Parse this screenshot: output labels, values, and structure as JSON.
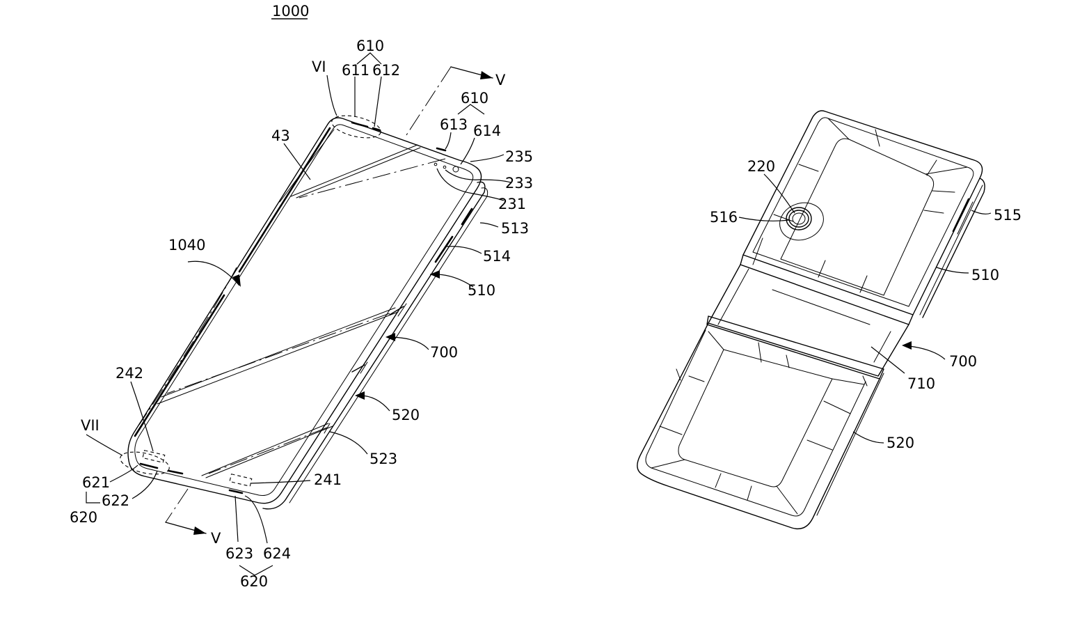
{
  "figure": {
    "title": "1000",
    "front_view": {
      "labels": [
        "610",
        "611",
        "612",
        "VI",
        "V",
        "610",
        "613",
        "614",
        "235",
        "233",
        "231",
        "43",
        "513",
        "514",
        "1040",
        "510",
        "700",
        "520",
        "242",
        "523",
        "VII",
        "621",
        "622",
        "620",
        "241",
        "V",
        "623",
        "624",
        "620"
      ]
    },
    "rear_view": {
      "labels": [
        "220",
        "516",
        "515",
        "510",
        "700",
        "710",
        "520"
      ]
    }
  }
}
